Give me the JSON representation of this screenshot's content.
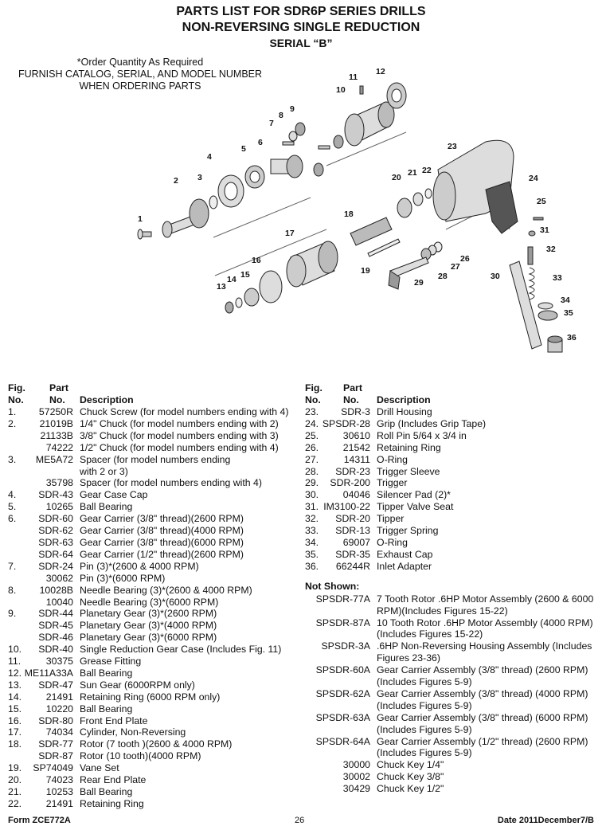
{
  "header": {
    "title_line1": "PARTS LIST FOR SDR6P SERIES DRILLS",
    "title_line2": "NON-REVERSING SINGLE REDUCTION",
    "title_line3": "SERIAL “B”"
  },
  "notes": {
    "line1": "*Order Quantity As Required",
    "line2": "FURNISH CATALOG, SERIAL, AND MODEL NUMBER",
    "line3": "WHEN ORDERING PARTS"
  },
  "diagram": {
    "callouts": [
      "1",
      "2",
      "3",
      "4",
      "5",
      "6",
      "7",
      "8",
      "9",
      "10",
      "11",
      "12",
      "13",
      "14",
      "15",
      "16",
      "17",
      "18",
      "19",
      "20",
      "21",
      "22",
      "23",
      "24",
      "25",
      "26",
      "27",
      "28",
      "29",
      "30",
      "31",
      "32",
      "33",
      "34",
      "35",
      "36"
    ]
  },
  "table_headers": {
    "fig_line1": "Fig.",
    "fig_line2": "No.",
    "part_line1": "Part",
    "part_line2": "No.",
    "description": "Description"
  },
  "parts_left": [
    {
      "fig": "1.",
      "part": "57250R",
      "desc": "Chuck Screw (for model numbers ending with 4)"
    },
    {
      "fig": "2.",
      "part": "21019B",
      "desc": "1/4\" Chuck (for model numbers ending with 2)"
    },
    {
      "fig": "",
      "part": "21133B",
      "desc": "3/8\" Chuck (for model numbers ending with 3)"
    },
    {
      "fig": "",
      "part": "74222",
      "desc": "1/2\" Chuck (for model numbers ending with 4)"
    },
    {
      "fig": "3.",
      "part": "ME5A72",
      "desc": "Spacer (for model numbers ending"
    },
    {
      "fig": "",
      "part": "",
      "desc": "with 2 or 3)"
    },
    {
      "fig": "",
      "part": "35798",
      "desc": "Spacer (for model numbers ending with 4)"
    },
    {
      "fig": "4.",
      "part": "SDR-43",
      "desc": "Gear Case Cap"
    },
    {
      "fig": "5.",
      "part": "10265",
      "desc": "Ball Bearing"
    },
    {
      "fig": "6.",
      "part": "SDR-60",
      "desc": "Gear Carrier (3/8\" thread)(2600 RPM)"
    },
    {
      "fig": "",
      "part": "SDR-62",
      "desc": "Gear Carrier (3/8\" thread)(4000 RPM)"
    },
    {
      "fig": "",
      "part": "SDR-63",
      "desc": "Gear Carrier (3/8\" thread)(6000 RPM)"
    },
    {
      "fig": "",
      "part": "SDR-64",
      "desc": "Gear Carrier (1/2\" thread)(2600 RPM)"
    },
    {
      "fig": "7.",
      "part": "SDR-24",
      "desc": "Pin (3)*(2600 & 4000 RPM)"
    },
    {
      "fig": "",
      "part": "30062",
      "desc": "Pin (3)*(6000 RPM)"
    },
    {
      "fig": "8.",
      "part": "10028B",
      "desc": "Needle Bearing (3)*(2600 & 4000 RPM)"
    },
    {
      "fig": "",
      "part": "10040",
      "desc": "Needle Bearing (3)*(6000 RPM)"
    },
    {
      "fig": "9.",
      "part": "SDR-44",
      "desc": "Planetary Gear (3)*(2600 RPM)"
    },
    {
      "fig": "",
      "part": "SDR-45",
      "desc": "Planetary Gear (3)*(4000 RPM)"
    },
    {
      "fig": "",
      "part": "SDR-46",
      "desc": "Planetary Gear (3)*(6000 RPM)"
    },
    {
      "fig": "10.",
      "part": "SDR-40",
      "desc": "Single Reduction Gear Case (Includes Fig. 11)"
    },
    {
      "fig": "11.",
      "part": "30375",
      "desc": "Grease Fitting"
    },
    {
      "fig": "12.",
      "part": "ME11A33A",
      "desc": "Ball Bearing"
    },
    {
      "fig": "13.",
      "part": "SDR-47",
      "desc": "Sun Gear (6000RPM only)"
    },
    {
      "fig": "14.",
      "part": "21491",
      "desc": "Retaining Ring (6000 RPM only)"
    },
    {
      "fig": "15.",
      "part": "10220",
      "desc": "Ball Bearing"
    },
    {
      "fig": "16.",
      "part": "SDR-80",
      "desc": "Front End Plate"
    },
    {
      "fig": "17.",
      "part": "74034",
      "desc": "Cylinder, Non-Reversing"
    },
    {
      "fig": "18.",
      "part": "SDR-77",
      "desc": "Rotor (7 tooth )(2600 & 4000 RPM)"
    },
    {
      "fig": "",
      "part": "SDR-87",
      "desc": "Rotor (10 tooth)(4000 RPM)"
    },
    {
      "fig": "19.",
      "part": "SP74049",
      "desc": "Vane Set"
    },
    {
      "fig": "20.",
      "part": "74023",
      "desc": "Rear End Plate"
    },
    {
      "fig": "21.",
      "part": "10253",
      "desc": "Ball Bearing"
    },
    {
      "fig": "22.",
      "part": "21491",
      "desc": "Retaining Ring"
    }
  ],
  "parts_right": [
    {
      "fig": "23.",
      "part": "SDR-3",
      "desc": "Drill Housing"
    },
    {
      "fig": "24.",
      "part": "SPSDR-28",
      "desc": "Grip (Includes Grip Tape)"
    },
    {
      "fig": "25.",
      "part": "30610",
      "desc": "Roll Pin 5/64 x 3/4 in"
    },
    {
      "fig": "26.",
      "part": "21542",
      "desc": "Retaining Ring"
    },
    {
      "fig": "27.",
      "part": "14311",
      "desc": "O-Ring"
    },
    {
      "fig": "28.",
      "part": "SDR-23",
      "desc": "Trigger Sleeve"
    },
    {
      "fig": "29.",
      "part": "SDR-200",
      "desc": "Trigger"
    },
    {
      "fig": "30.",
      "part": "04046",
      "desc": "Silencer Pad (2)*"
    },
    {
      "fig": "31.",
      "part": "IM3100-22",
      "desc": "Tipper Valve Seat"
    },
    {
      "fig": "32.",
      "part": "SDR-20",
      "desc": "Tipper"
    },
    {
      "fig": "33.",
      "part": "SDR-13",
      "desc": "Trigger Spring"
    },
    {
      "fig": "34.",
      "part": "69007",
      "desc": "O-Ring"
    },
    {
      "fig": "35.",
      "part": "SDR-35",
      "desc": "Exhaust Cap"
    },
    {
      "fig": "36.",
      "part": "66244R",
      "desc": "Inlet Adapter"
    }
  ],
  "not_shown": {
    "title": "Not Shown:",
    "items": [
      {
        "part": "SPSDR-77A",
        "desc": "7 Tooth Rotor .6HP Motor Assembly (2600 & 6000 RPM)(Includes Figures 15-22)"
      },
      {
        "part": "SPSDR-87A",
        "desc": "10 Tooth Rotor .6HP Motor Assembly (4000 RPM)(Includes Figures 15-22)"
      },
      {
        "part": "SPSDR-3A",
        "desc": ".6HP Non-Reversing Housing Assembly (Includes Figures 23-36)"
      },
      {
        "part": "SPSDR-60A",
        "desc": "Gear Carrier Assembly (3/8\" thread) (2600 RPM)(Includes Figures 5-9)"
      },
      {
        "part": "SPSDR-62A",
        "desc": "Gear Carrier Assembly (3/8\" thread) (4000 RPM)(Includes Figures 5-9)"
      },
      {
        "part": "SPSDR-63A",
        "desc": "Gear Carrier Assembly (3/8\" thread) (6000 RPM) (Includes Figures 5-9)"
      },
      {
        "part": "SPSDR-64A",
        "desc": "Gear Carrier Assembly (1/2\" thread) (2600 RPM)(Includes Figures 5-9)"
      },
      {
        "part": "30000",
        "desc": "Chuck Key 1/4\""
      },
      {
        "part": "30002",
        "desc": "Chuck Key 3/8\""
      },
      {
        "part": "30429",
        "desc": "Chuck Key 1/2\""
      }
    ]
  },
  "footer": {
    "form": "Form ZCE772A",
    "page": "26",
    "date": "Date 2011December7/B"
  }
}
